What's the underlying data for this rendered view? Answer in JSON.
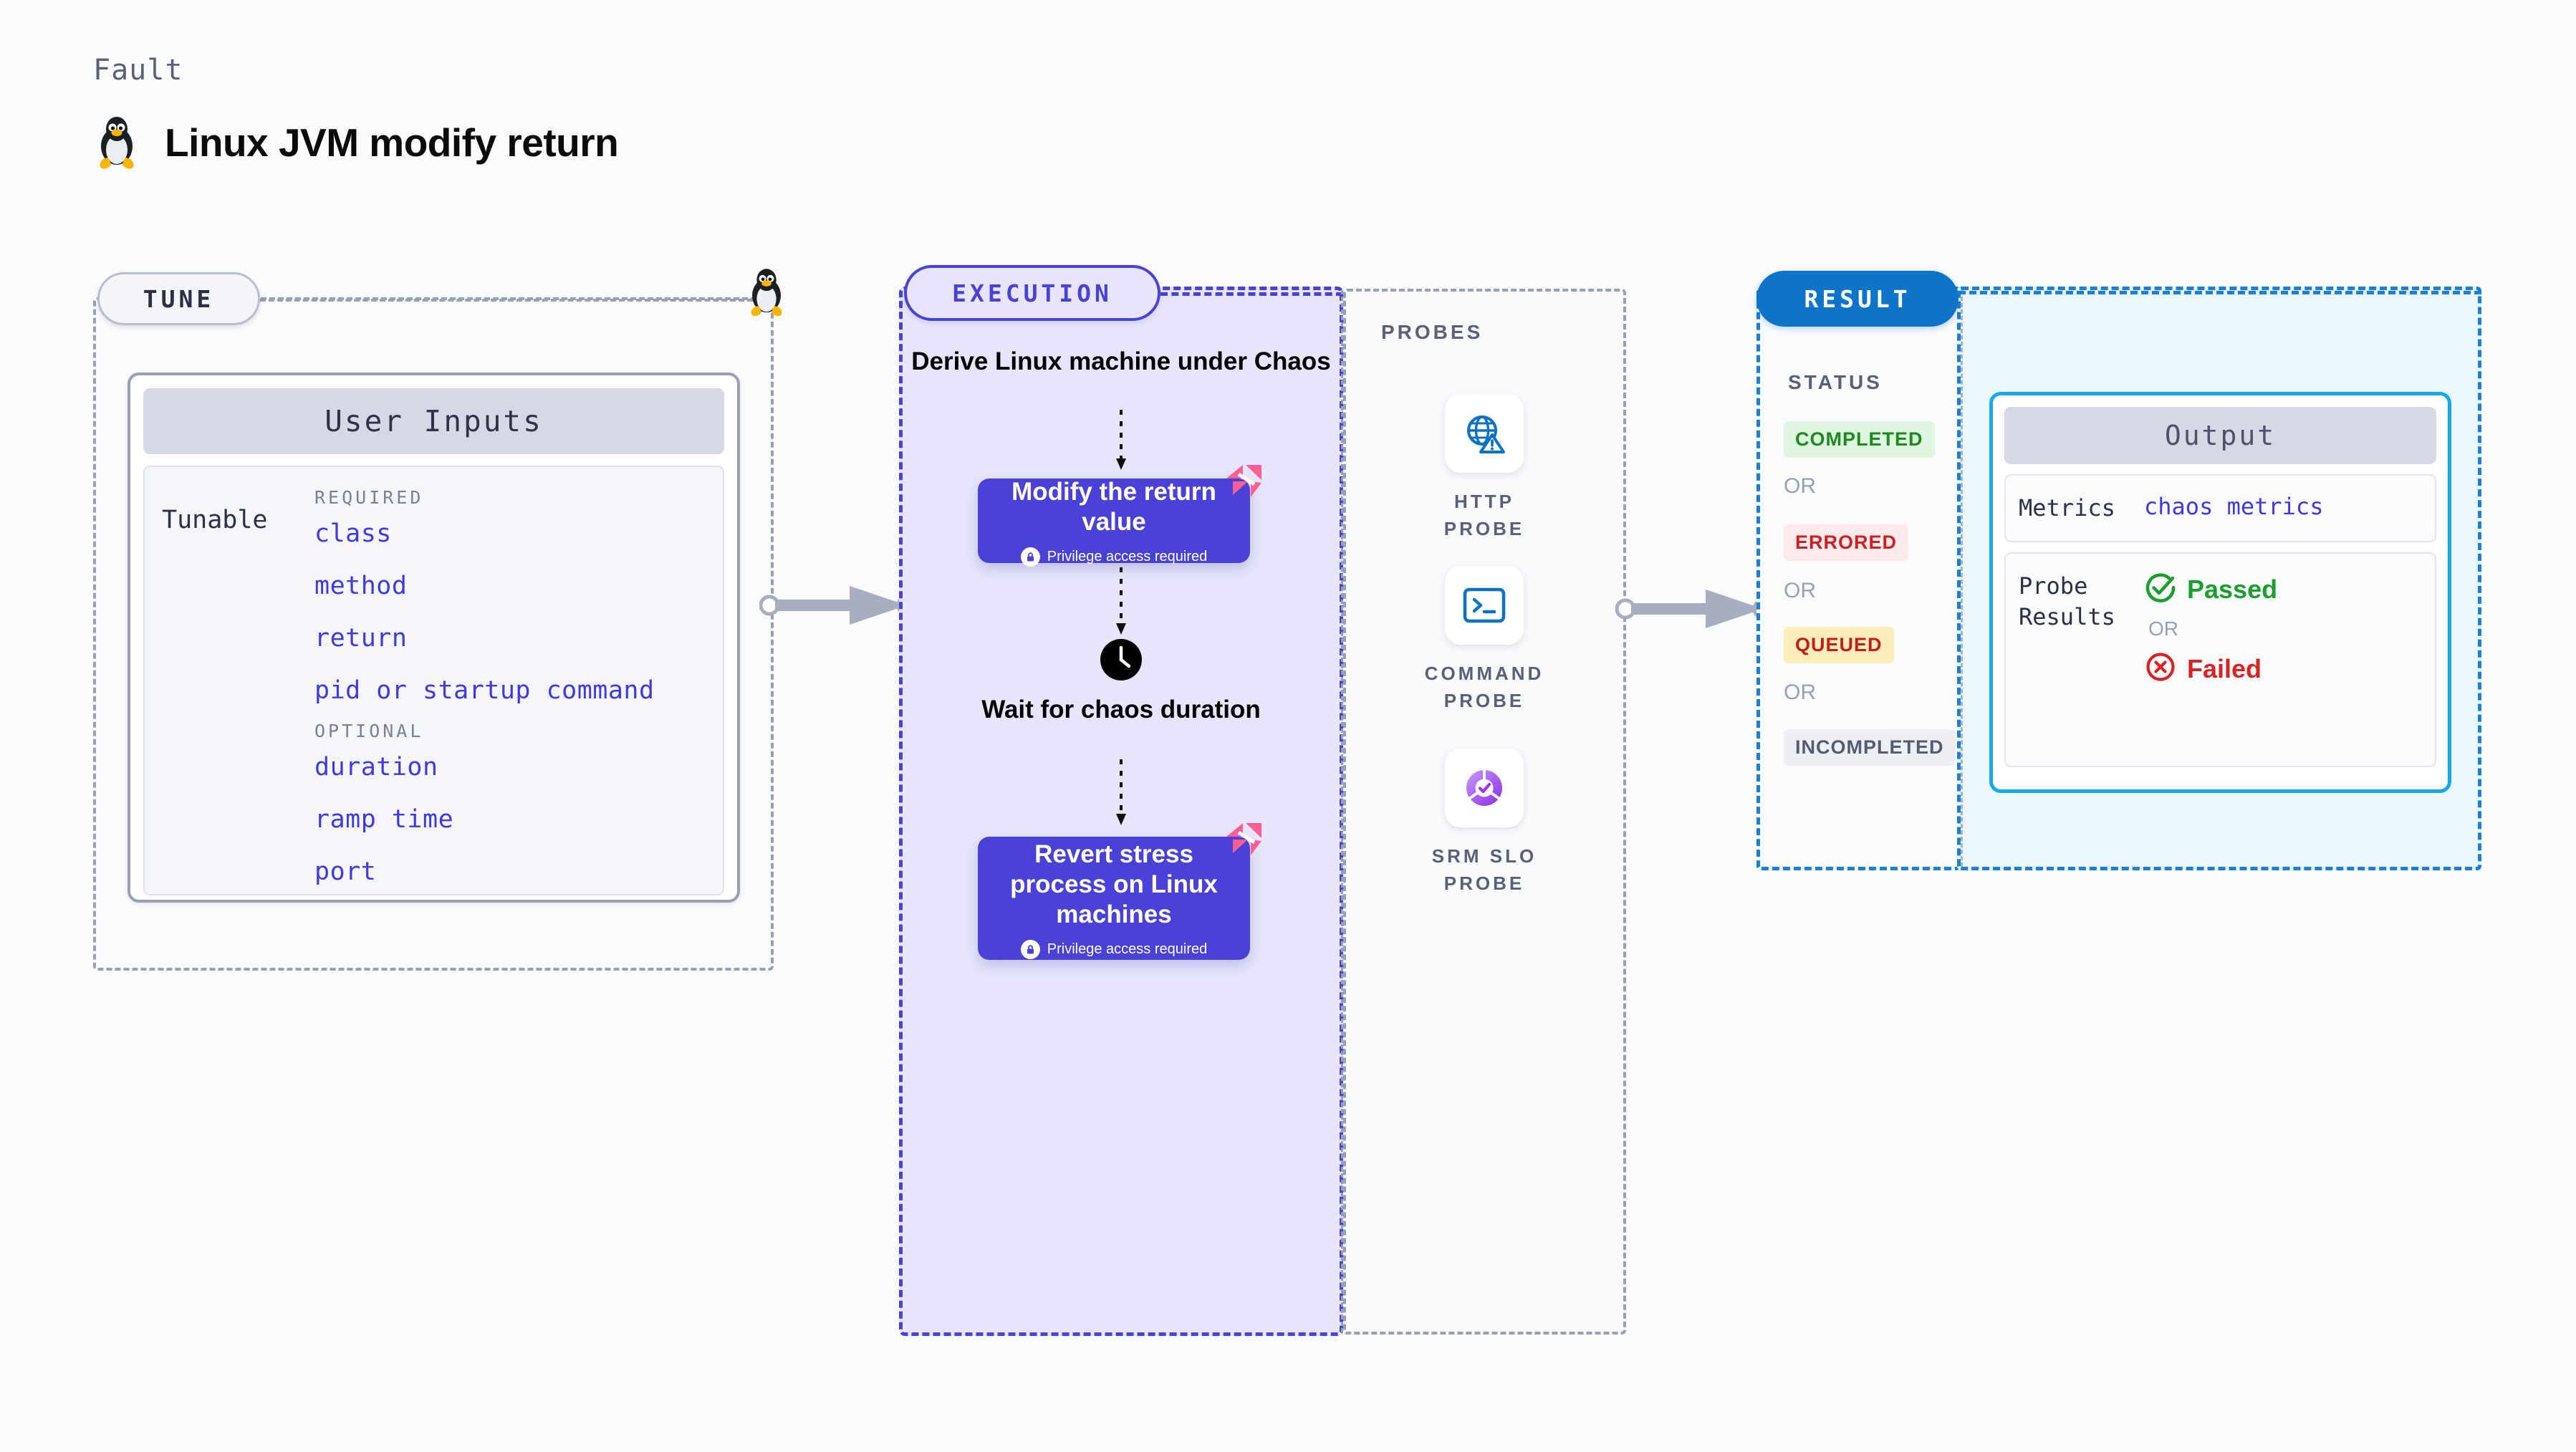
{
  "header": {
    "kicker": "Fault",
    "title": "Linux JVM modify return",
    "icon": "linux-penguin-icon"
  },
  "colors": {
    "accent_purple": "#4a42d6",
    "accent_blue": "#1b7fd4",
    "accent_cyan": "#18a8e8",
    "pink_badge": "#fb5f93",
    "gray_dash": "#9aa0b4",
    "exec_fill": "#e6e5fb",
    "output_fill": "#eaf8fd",
    "success_green": "#1a9e2e",
    "error_red": "#d92222"
  },
  "stages": {
    "tune": {
      "badge": "TUNE",
      "card": {
        "title": "User Inputs",
        "row_label": "Tunable",
        "groups": [
          {
            "label": "REQUIRED",
            "items": [
              "class",
              "method",
              "return",
              "pid or startup command"
            ]
          },
          {
            "label": "OPTIONAL",
            "items": [
              "duration",
              "ramp time",
              "port"
            ]
          }
        ]
      }
    },
    "execution": {
      "badge": "EXECUTION",
      "steps": [
        {
          "kind": "text",
          "label": "Derive Linux machine under Chaos"
        },
        {
          "kind": "action",
          "label": "Modify the return value",
          "note": "Privilege access required",
          "badge_icon": "harness-pink-icon",
          "lock_icon": "lock-icon"
        },
        {
          "kind": "clock",
          "icon": "clock-icon",
          "label": "Wait for chaos duration"
        },
        {
          "kind": "action",
          "label": "Revert stress process on Linux machines",
          "note": "Privilege access required",
          "badge_icon": "harness-pink-icon",
          "lock_icon": "lock-icon"
        }
      ]
    },
    "probes": {
      "label": "PROBES",
      "items": [
        {
          "name": "HTTP PROBE",
          "icon": "globe-warning-icon"
        },
        {
          "name": "COMMAND PROBE",
          "icon": "terminal-icon"
        },
        {
          "name": "SRM SLO PROBE",
          "icon": "slo-donut-check-icon"
        }
      ]
    },
    "result": {
      "badge": "RESULT",
      "status_label": "STATUS",
      "or_label": "OR",
      "statuses": [
        {
          "label": "COMPLETED",
          "fg": "#1b8a21",
          "bg": "#dff5df"
        },
        {
          "label": "ERRORED",
          "fg": "#cf1f24",
          "bg": "#fdeaea"
        },
        {
          "label": "QUEUED",
          "fg": "#c41c1c",
          "bg": "#fbeeb8"
        },
        {
          "label": "INCOMPLETED",
          "fg": "#555b73",
          "bg": "#eeeff5"
        }
      ]
    },
    "output": {
      "title": "Output",
      "rows": [
        {
          "key": "Metrics",
          "value": "chaos metrics",
          "type": "mono-link"
        },
        {
          "key": "Probe Results",
          "type": "probe-results",
          "pass": {
            "label": "Passed",
            "icon": "check-circle-icon"
          },
          "or": "OR",
          "fail": {
            "label": "Failed",
            "icon": "x-circle-icon"
          }
        }
      ]
    }
  }
}
